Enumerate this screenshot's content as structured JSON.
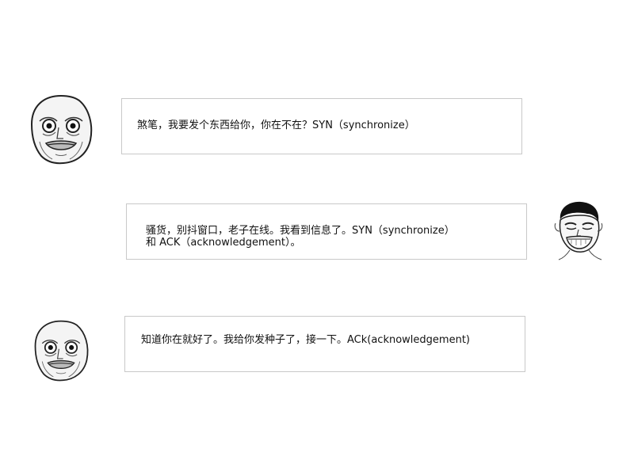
{
  "conversation": [
    {
      "speaker": "left",
      "avatar_icon": "me-gusta-face-icon",
      "lines": [
        "煞笔，我要发个东西给你，你在不在？SYN（synchronize）"
      ]
    },
    {
      "speaker": "right",
      "avatar_icon": "yao-ming-face-icon",
      "lines": [
        "骚货，别抖窗口，老子在线。我看到信息了。SYN（synchronize）",
        "和 ACK（acknowledgement）。"
      ]
    },
    {
      "speaker": "left",
      "avatar_icon": "me-gusta-face-icon",
      "lines": [
        "知道你在就好了。我给你发种子了，接一下。ACk(acknowledgement)"
      ]
    }
  ]
}
